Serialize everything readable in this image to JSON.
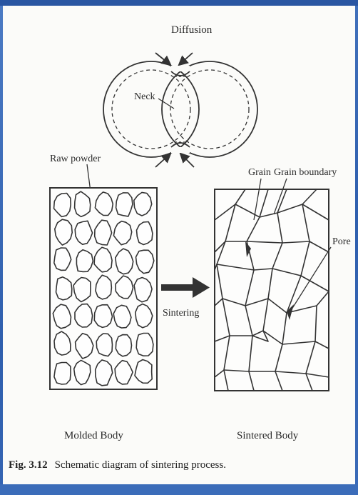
{
  "diagram": {
    "labels": {
      "diffusion": "Diffusion",
      "neck": "Neck",
      "raw_powder": "Raw powder",
      "grain": "Grain",
      "grain_boundary": "Grain boundary",
      "pore": "Pore",
      "sintering": "Sintering",
      "molded_body": "Molded Body",
      "sintered_body": "Sintered Body"
    },
    "caption": {
      "figure_number": "Fig. 3.12",
      "text": "Schematic diagram of sintering process."
    }
  }
}
